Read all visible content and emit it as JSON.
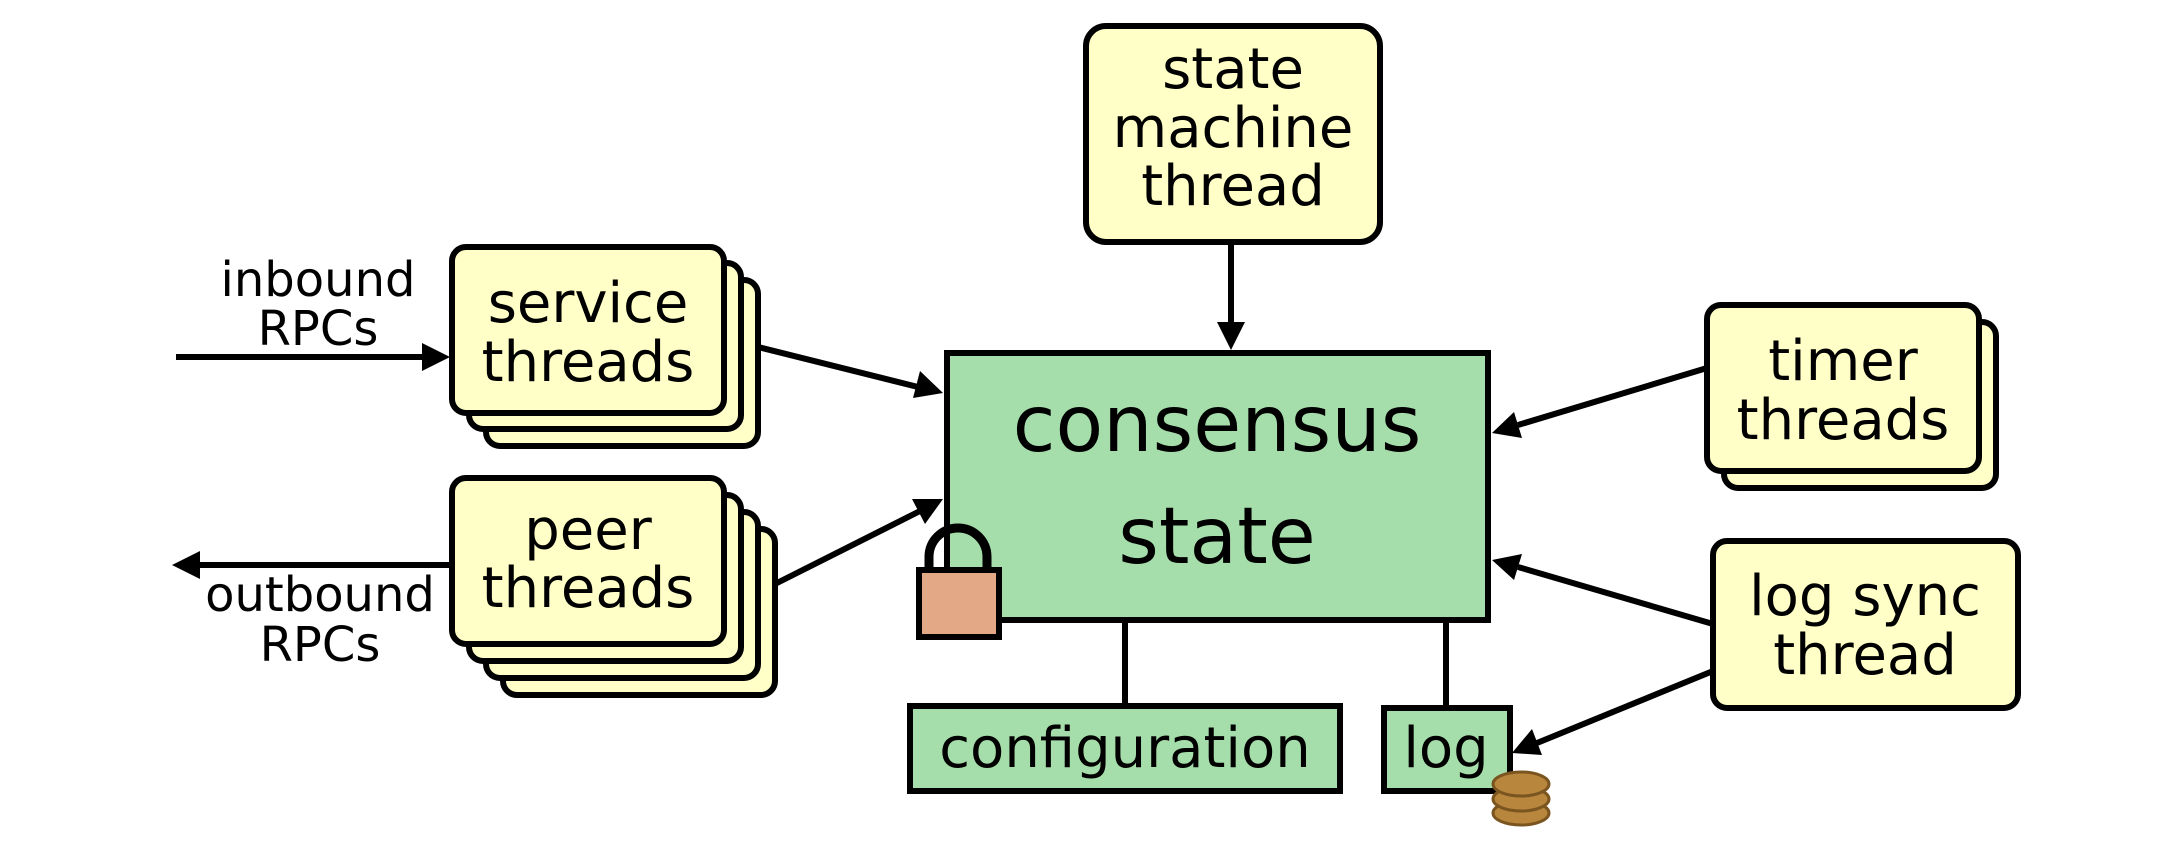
{
  "nodes": {
    "state_machine": {
      "lines": [
        "state",
        "machine",
        "thread"
      ]
    },
    "service_threads": {
      "lines": [
        "service",
        "threads"
      ]
    },
    "peer_threads": {
      "lines": [
        "peer",
        "threads"
      ]
    },
    "timer_threads": {
      "lines": [
        "timer",
        "threads"
      ]
    },
    "log_sync": {
      "lines": [
        "log sync",
        "thread"
      ]
    },
    "consensus": {
      "lines": [
        "consensus",
        "state"
      ]
    },
    "configuration": {
      "label": "configuration"
    },
    "log": {
      "label": "log"
    }
  },
  "labels": {
    "inbound": {
      "lines": [
        "inbound",
        "RPCs"
      ]
    },
    "outbound": {
      "lines": [
        "outbound",
        "RPCs"
      ]
    }
  },
  "icons": {
    "lock": "lock-icon",
    "storage": "coin-stack-icon"
  },
  "colors": {
    "thread_fill": "#ffffc7",
    "state_fill": "#a6deab",
    "lock_fill": "#e3a886",
    "coin_fill": "#b8863c"
  }
}
